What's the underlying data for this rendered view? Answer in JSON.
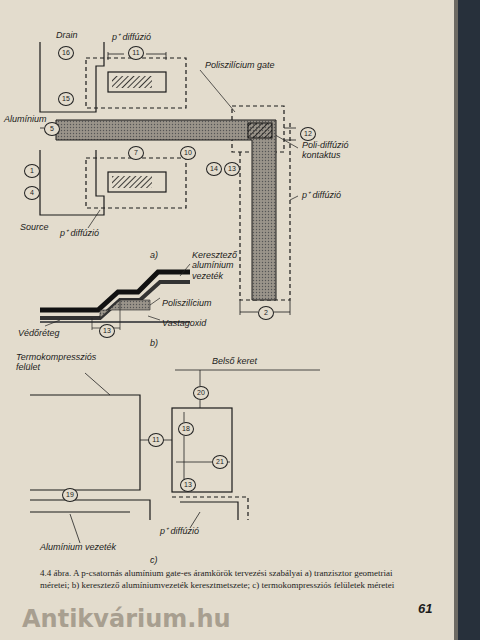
{
  "diagram": {
    "caption": "4.4 ábra. A p-csatornás alumínium gate-es áramkörök tervezési szabályai a) tranzisztor geometriai méretei; b) keresztező alumíniumvezeték keresztmetszete; c) termokompressziós felületek méretei",
    "labels": [
      "Drain",
      "16",
      "p⁺ diffúzió",
      "11",
      "Poliszilícium gate",
      "15",
      "Alumínium",
      "5",
      "1",
      "7",
      "10",
      "12",
      "14",
      "13",
      "Poli-diffúzió kontaktus",
      "p⁺ diffúzió",
      "4",
      "Source",
      "p⁺ diffúzió",
      "2",
      "a)",
      "Keresztező alumínium vezeték",
      "Poliszilícium",
      "Vastagoxid",
      "Védőréteg",
      "13",
      "b)",
      "Termokompressziós felület",
      "Belső keret",
      "20",
      "18",
      "21",
      "11",
      "19",
      "13",
      "p⁺ diffúzió",
      "Alumínium vezeték",
      "c)",
      "61",
      "Antikvárium.hu"
    ]
  }
}
